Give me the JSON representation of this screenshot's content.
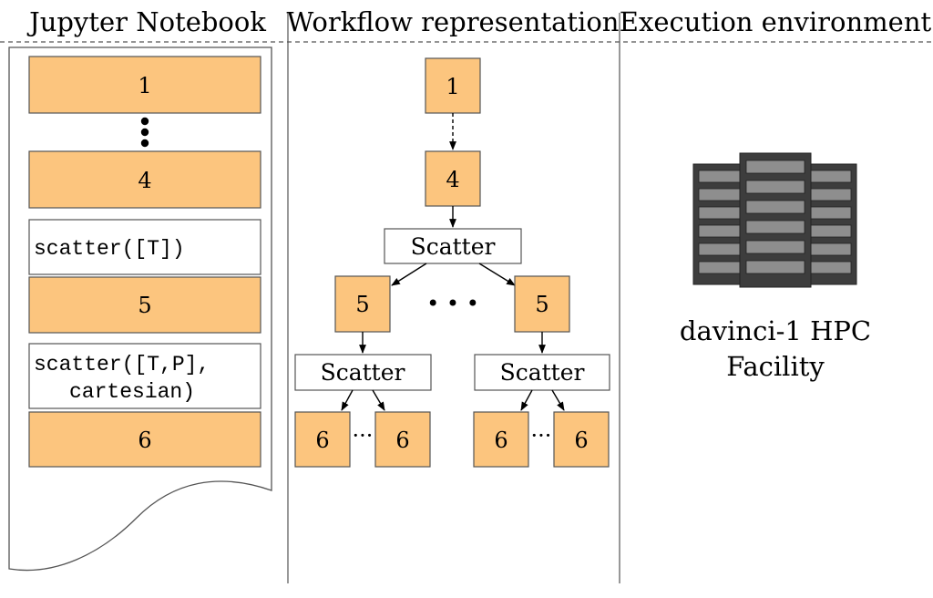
{
  "headers": {
    "notebook": "Jupyter Notebook",
    "workflow": "Workflow representation",
    "execution": "Execution environment"
  },
  "notebook": {
    "cell1": "1",
    "cell4": "4",
    "scatter1": "scatter([T])",
    "cell5": "5",
    "scatter2_line1": "scatter([T,P],",
    "scatter2_line2": "cartesian)",
    "cell6": "6"
  },
  "workflow": {
    "node1": "1",
    "node4": "4",
    "scatter_top": "Scatter",
    "node5_left": "5",
    "node5_right": "5",
    "ellipsis_mid": "• • •",
    "scatter_left": "Scatter",
    "scatter_right": "Scatter",
    "node6_a": "6",
    "node6_b": "6",
    "node6_c": "6",
    "node6_d": "6",
    "ellipsis_left": "···",
    "ellipsis_right": "···"
  },
  "execution": {
    "label_line1": "davinci-1 HPC",
    "label_line2": "Facility"
  },
  "colors": {
    "cell_fill": "#fcc57e",
    "server_body": "#3d3d3d",
    "server_slot": "#8e8e8e"
  }
}
